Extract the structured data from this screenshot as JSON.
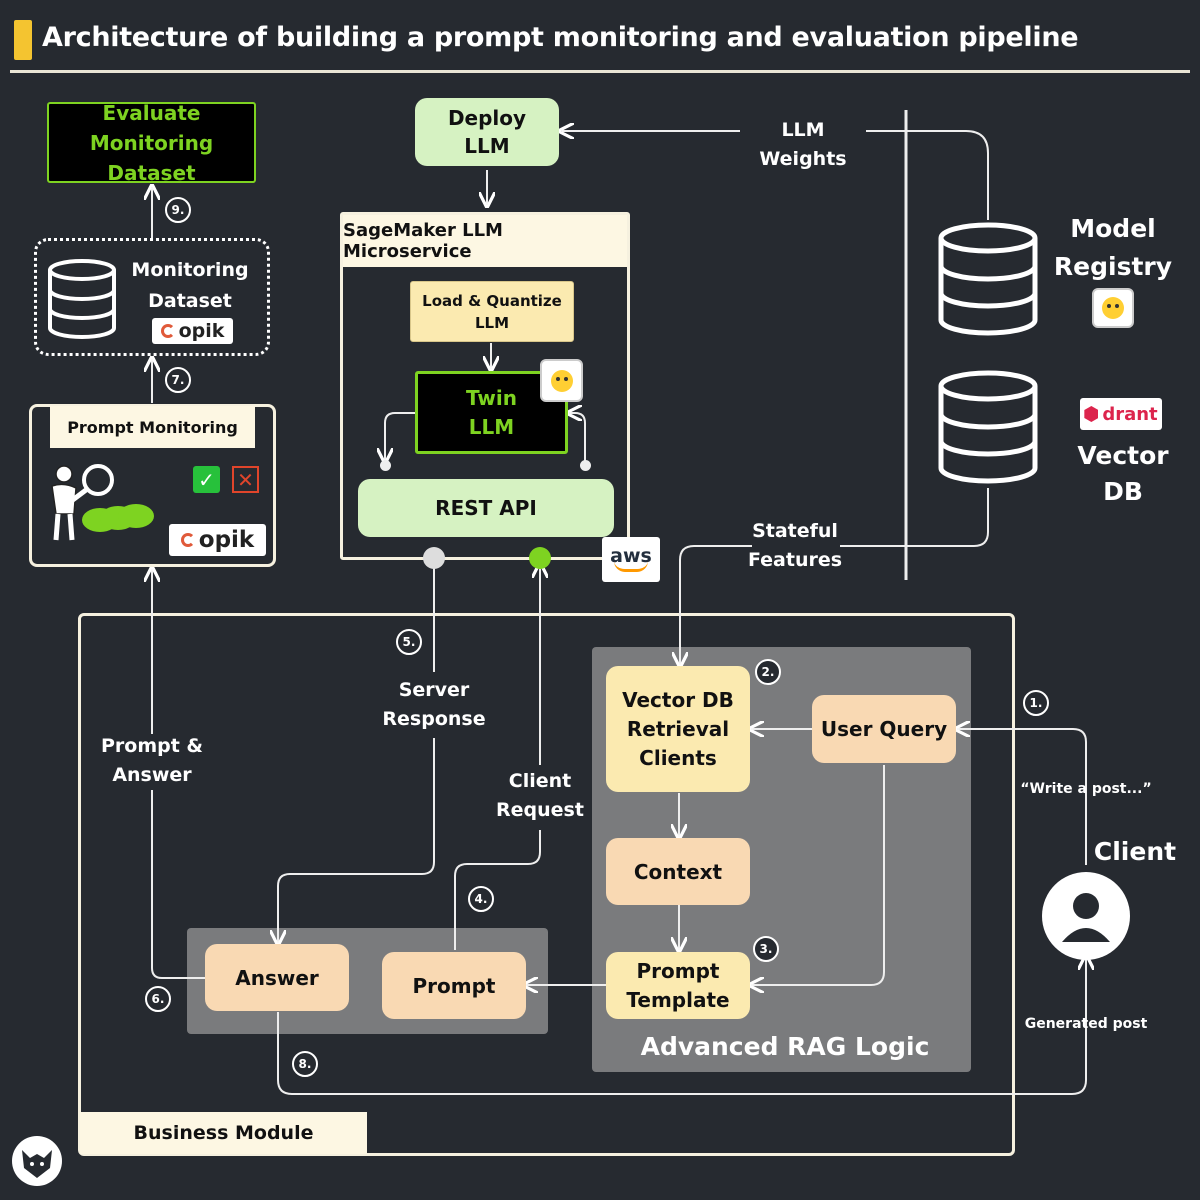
{
  "title": "Architecture of building a prompt monitoring and evaluation pipeline",
  "nodes": {
    "evaluate": "Evaluate\nMonitoring Dataset",
    "deploy": "Deploy\nLLM",
    "sagemaker": "SageMaker LLM Microservice",
    "load_quantize": "Load & Quantize\nLLM",
    "twin_llm": "Twin\nLLM",
    "rest_api": "REST API",
    "monitoring_dataset": "Monitoring\nDataset",
    "prompt_monitoring": "Prompt Monitoring",
    "model_registry": "Model\nRegistry",
    "vector_db": "Vector DB",
    "vector_db_clients": "Vector DB\nRetrieval\nClients",
    "user_query": "User Query",
    "context": "Context",
    "prompt_template": "Prompt\nTemplate",
    "advanced_rag": "Advanced RAG Logic",
    "answer": "Answer",
    "prompt": "Prompt",
    "business_module": "Business Module",
    "client": "Client"
  },
  "edge_labels": {
    "llm_weights": "LLM Weights",
    "stateful_features": "Stateful\nFeatures",
    "server_response": "Server\nResponse",
    "client_request": "Client\nRequest",
    "prompt_answer": "Prompt &\nAnswer",
    "write_post": "“Write a post...”",
    "generated_post": "Generated post"
  },
  "steps": [
    "1.",
    "2.",
    "3.",
    "4.",
    "5.",
    "6.",
    "7.",
    "8.",
    "9."
  ],
  "logos": {
    "opik": "opik",
    "qdrant": "drant",
    "aws": "aws"
  },
  "colors": {
    "background": "#262a30",
    "accent_yellow": "#f4c430",
    "green_box": "#d6f2c2",
    "orange_box": "#f9d9b3",
    "yellow_box": "#fbeab0",
    "lime_text": "#7ed321",
    "rag_panel": "#7a7b7d"
  }
}
